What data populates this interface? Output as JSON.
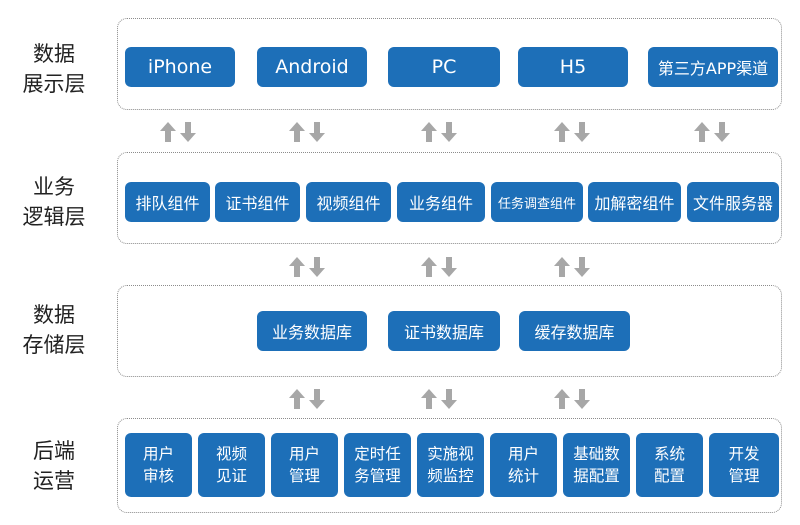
{
  "layers": [
    {
      "label": "数据\n展示层",
      "nodes": [
        "iPhone",
        "Android",
        "PC",
        "H5",
        "第三方APP渠道"
      ]
    },
    {
      "label": "业务\n逻辑层",
      "nodes": [
        "排队组件",
        "证书组件",
        "视频组件",
        "业务组件",
        "任务调查组件",
        "加解密组件",
        "文件服务器"
      ]
    },
    {
      "label": "数据\n存储层",
      "nodes": [
        "业务数据库",
        "证书数据库",
        "缓存数据库"
      ]
    },
    {
      "label": "后端\n运营",
      "nodes": [
        "用户\n审核",
        "视频\n见证",
        "用户\n管理",
        "定时任\n务管理",
        "实施视\n频监控",
        "用户\n统计",
        "基础数\n据配置",
        "系统\n配置",
        "开发\n管理"
      ]
    }
  ],
  "colors": {
    "node_fill": "#1d6fb8",
    "node_text": "#ffffff",
    "layer_border": "#8c8c8c",
    "arrow": "#a7a7a7"
  },
  "connector_icon": "bidirectional-arrows-icon"
}
